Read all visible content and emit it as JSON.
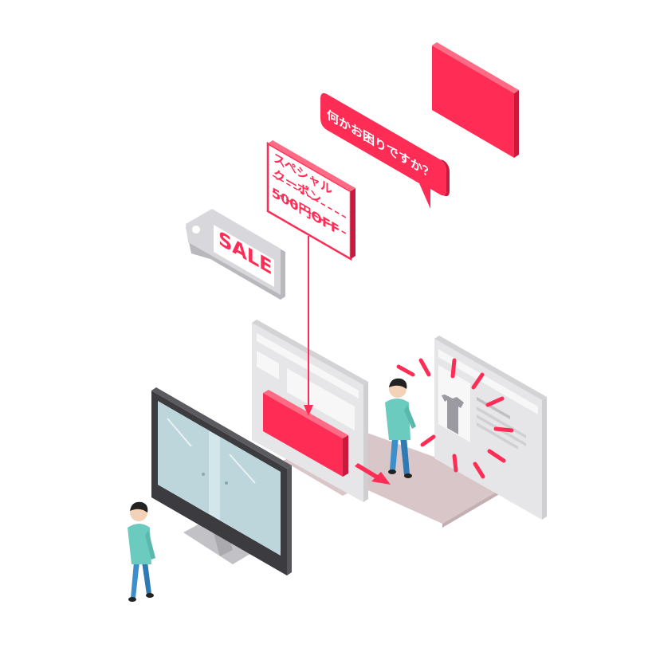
{
  "colors": {
    "accent": "#ff2d55",
    "gray_light": "#e9e9ea",
    "gray_mid": "#c9c9cc",
    "floor": "#dcc8cb",
    "shirt": "#6ccbbf",
    "pants": "#3d8fc9",
    "hair": "#222222"
  },
  "sale_tag": {
    "text": "SALE"
  },
  "coupon_sign": {
    "line1": "スペシャル",
    "line2": "クーポン",
    "amount": "500円OFF"
  },
  "chat_bubble": {
    "text": "何かお困りですか？"
  },
  "icons": [
    "tshirt-icon",
    "arrow-icon",
    "burst-icon"
  ]
}
